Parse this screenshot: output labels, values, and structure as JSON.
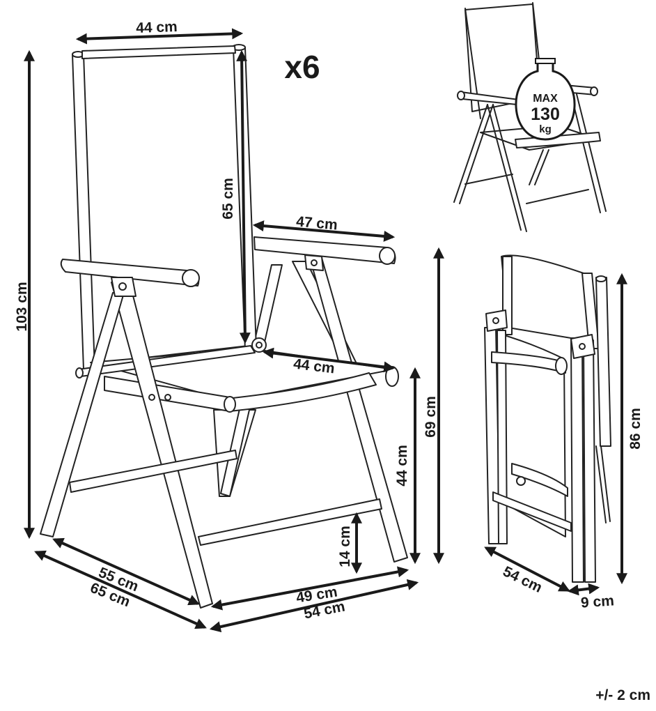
{
  "quantity": "x6",
  "main_view": {
    "backrest_width": "44 cm",
    "total_height": "103 cm",
    "backrest_height": "65 cm",
    "armrest_length": "47 cm",
    "seat_depth": "44 cm",
    "armrest_height": "69 cm",
    "seat_height": "44 cm",
    "bar_height": "14 cm",
    "depth_inner": "55 cm",
    "depth_outer": "65 cm",
    "width_inner": "49 cm",
    "width_outer": "54 cm"
  },
  "weight_badge": {
    "max_label": "MAX",
    "value": "130",
    "unit": "kg"
  },
  "folded_view": {
    "height": "86 cm",
    "depth": "54 cm",
    "thickness": "9 cm"
  },
  "tolerance": "+/- 2 cm"
}
